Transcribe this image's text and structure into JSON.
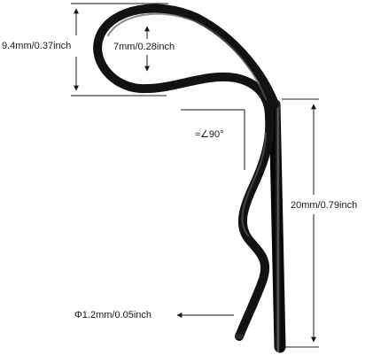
{
  "dimensions": {
    "outer_loop_height": "9.4mm/0.37inch",
    "inner_loop_height": "7mm/0.28inch",
    "bend_angle": "≈∠90°",
    "length": "20mm/0.79inch",
    "wire_diameter": "Φ1.2mm/0.05inch"
  },
  "colors": {
    "wire": "#121212",
    "dimension_line": "#1a1a1a"
  }
}
